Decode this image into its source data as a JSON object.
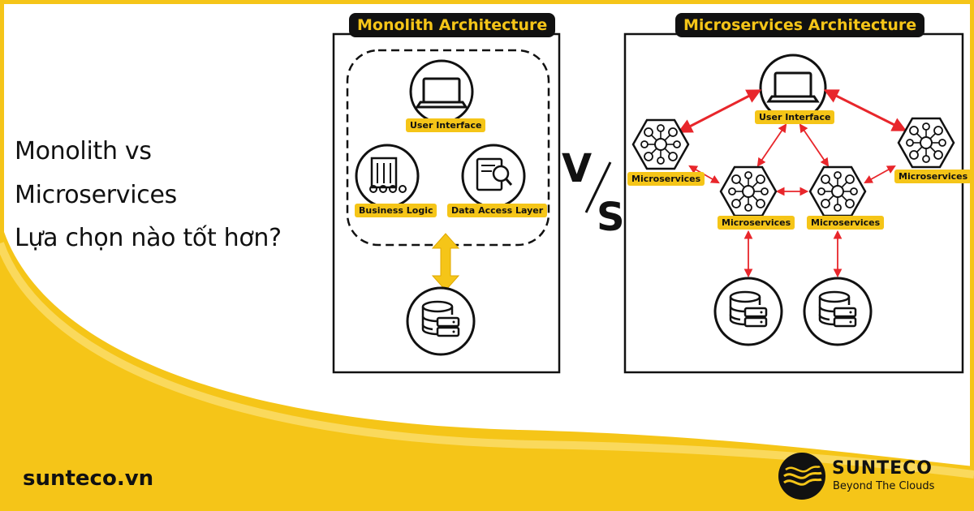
{
  "headline": {
    "line1": "Monolith vs",
    "line2": "Microservices",
    "line3": "Lựa chọn nào tốt hơn?"
  },
  "website": "sunteco.vn",
  "vs": {
    "v": "V",
    "s": "S"
  },
  "monolith": {
    "title": "Monolith Architecture",
    "ui_label": "User Interface",
    "business_label": "Business Logic",
    "data_label": "Data Access Layer"
  },
  "micro": {
    "title": "Microservices Architecture",
    "ui_label": "User Interface",
    "service_left": "Microservices",
    "service_right": "Microservices",
    "service_center_a": "Microservices",
    "service_center_b": "Microservices"
  },
  "brand": {
    "name": "SUNTECO",
    "slogan": "Beyond The Clouds"
  },
  "colors": {
    "accent": "#f5c518",
    "ink": "#111111",
    "arrow": "#e8262b"
  }
}
